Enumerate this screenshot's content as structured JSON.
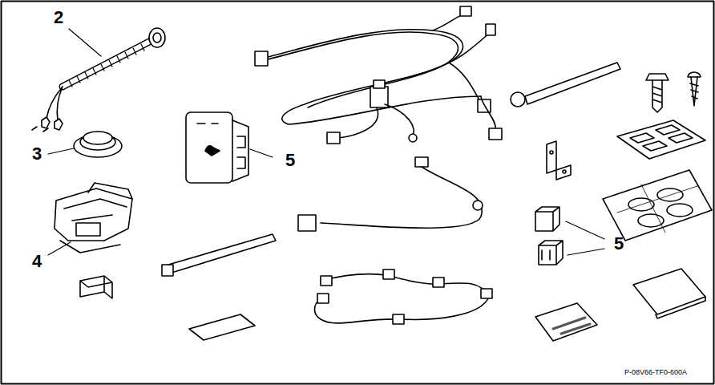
{
  "diagram": {
    "labels": [
      "2",
      "3",
      "5",
      "4",
      "5",
      "P-08V66-TF0-600A"
    ]
  }
}
